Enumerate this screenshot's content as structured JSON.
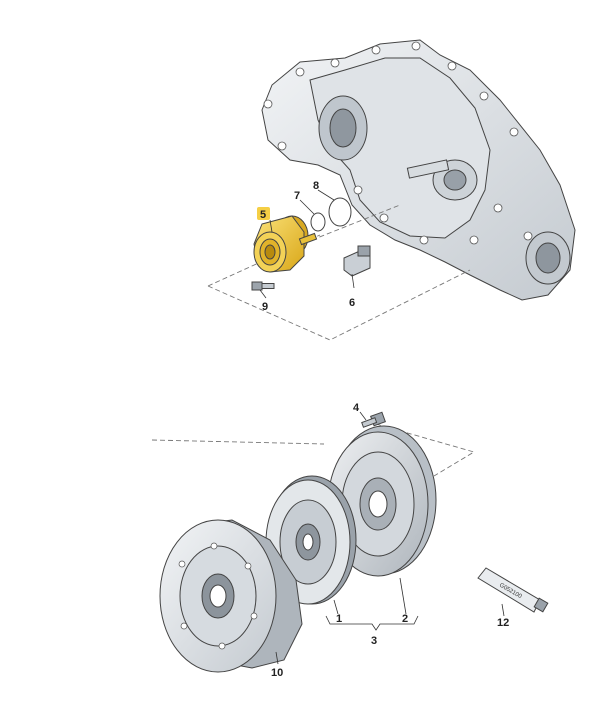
{
  "callouts": {
    "c1": "1",
    "c2": "2",
    "c3": "3",
    "c4": "4",
    "c5": "5",
    "c6": "6",
    "c7": "7",
    "c8": "8",
    "c9": "9",
    "c10": "10",
    "c12": "12"
  },
  "tube_label": "G052100",
  "colors": {
    "highlight": "#f5cf45",
    "highlight_dark": "#c89a10",
    "part_fill": "#e9ecef",
    "part_mid": "#c7cdd3",
    "part_dark": "#8b939b",
    "line": "#444444"
  }
}
